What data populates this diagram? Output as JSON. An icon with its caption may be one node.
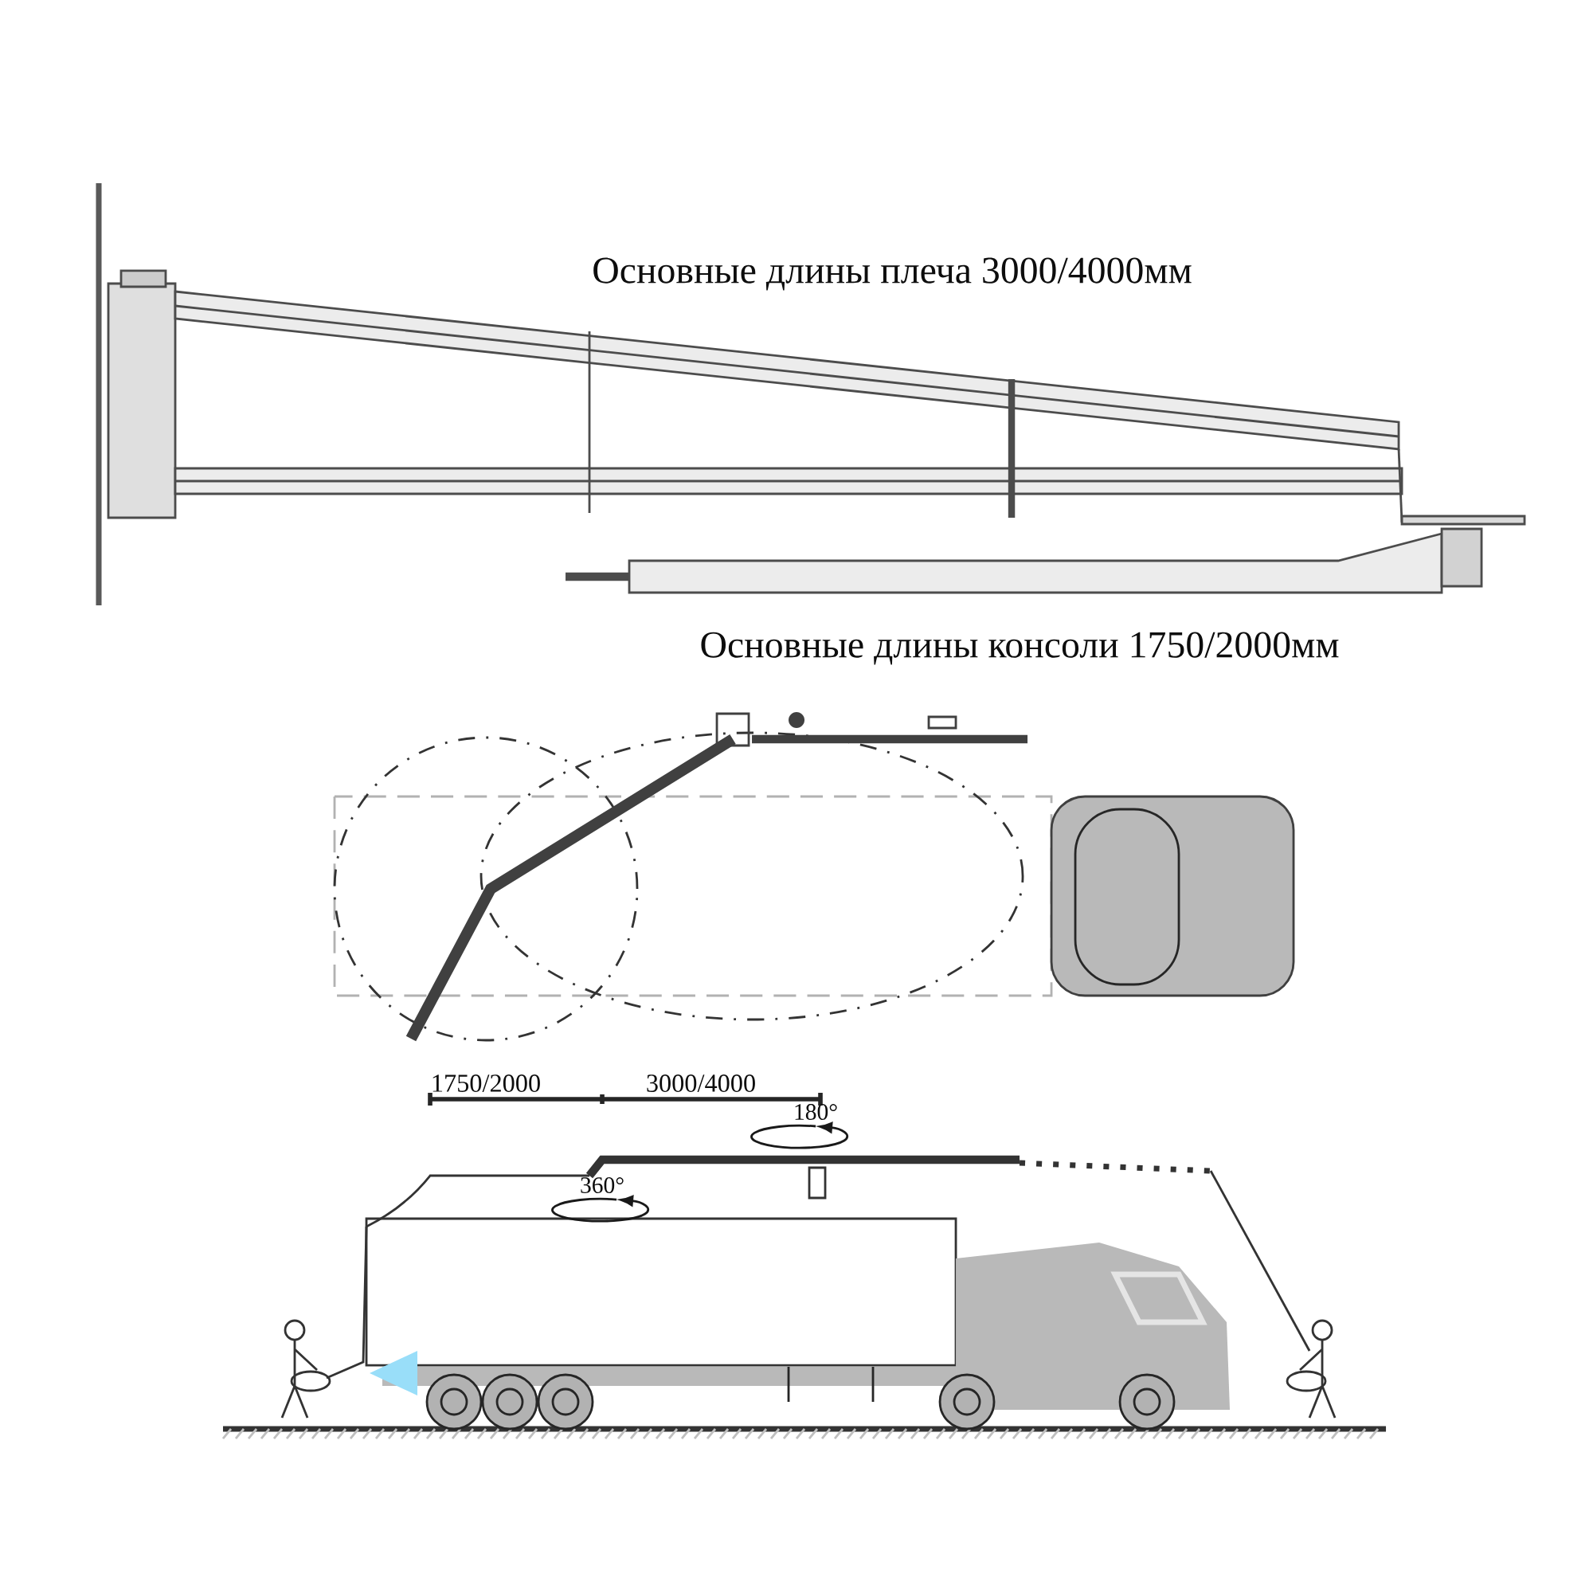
{
  "diagram": {
    "labels": [
      "Основные длины плеча 3000/4000мм",
      "Основные длины консоли 1750/2000мм",
      "1750/2000",
      "3000/4000",
      "180°",
      "360°"
    ]
  }
}
